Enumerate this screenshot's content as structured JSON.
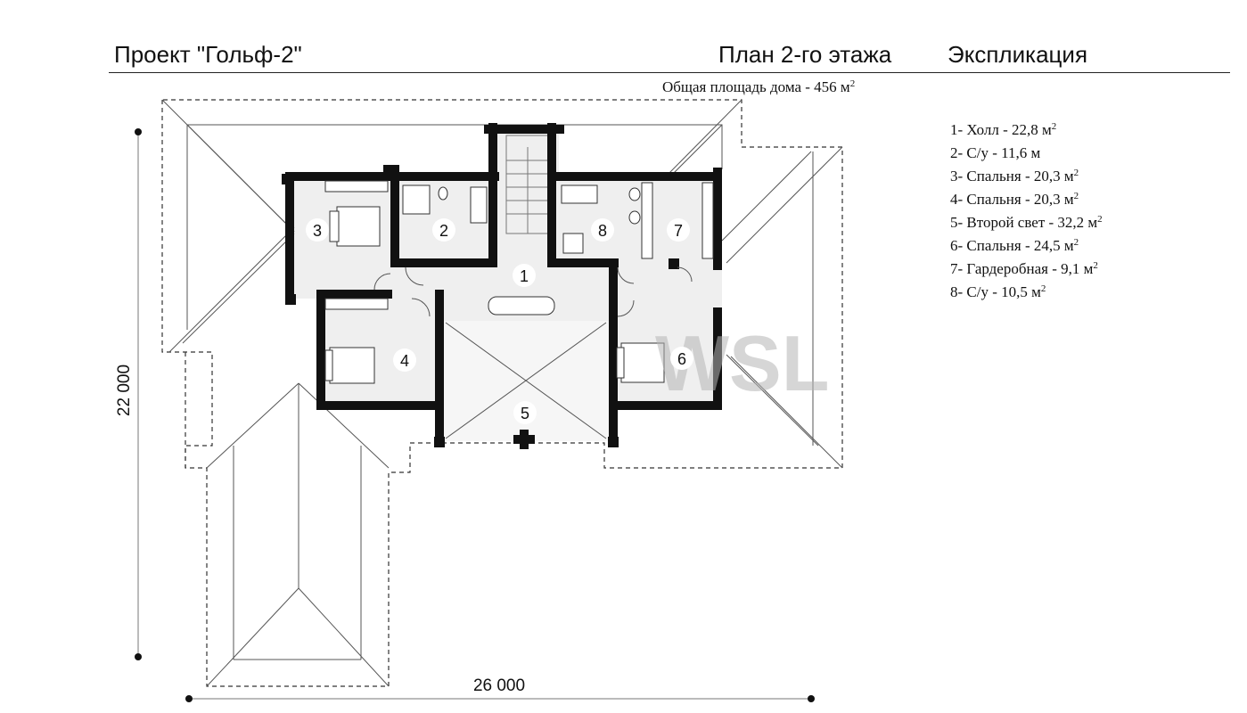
{
  "header": {
    "project": "Проект \"Гольф-2\"",
    "plan": "План 2-го этажа",
    "explication": "Экспликация"
  },
  "area": {
    "text": "Общая площадь дома - 456 м",
    "sup": "2"
  },
  "legend": [
    {
      "text": "1- Холл - 22,8 м",
      "sup": "2"
    },
    {
      "text": "2- С/у - 11,6 м",
      "sup": ""
    },
    {
      "text": "3- Спальня - 20,3 м",
      "sup": "2"
    },
    {
      "text": "4- Спальня - 20,3 м",
      "sup": "2"
    },
    {
      "text": "5- Второй свет - 32,2 м",
      "sup": "2"
    },
    {
      "text": "6- Спальня - 24,5 м",
      "sup": "2"
    },
    {
      "text": "7- Гардеробная - 9,1 м",
      "sup": "2"
    },
    {
      "text": "8- С/у - 10,5 м",
      "sup": "2"
    }
  ],
  "dimensions": {
    "height": "22 000",
    "width": "26 000"
  },
  "rooms": [
    "1",
    "2",
    "3",
    "4",
    "5",
    "6",
    "7",
    "8"
  ],
  "watermark": "WSL"
}
